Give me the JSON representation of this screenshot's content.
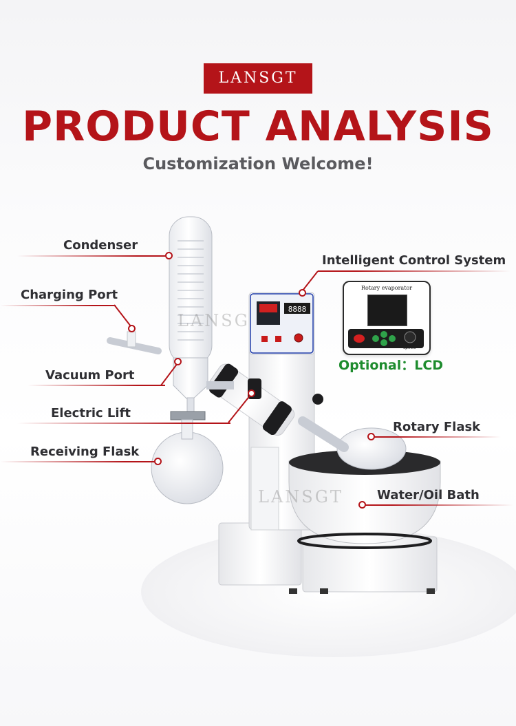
{
  "brand": "LANSGT",
  "headline": "PRODUCT ANALYSIS",
  "subheadline": "Customization Welcome!",
  "callouts": {
    "condenser": "Condenser",
    "charging_port": "Charging Port",
    "vacuum_port": "Vacuum Port",
    "electric_lift": "Electric Lift",
    "receiving_flask": "Receiving Flask",
    "intelligent_control": "Intelligent Control System",
    "rotary_flask": "Rotary Flask",
    "water_oil_bath": "Water/Oil Bath"
  },
  "optional_label": "Optional：LCD",
  "lcd": {
    "title": "Rotary evaporator",
    "speed_label": "speed"
  },
  "controller_display": "8888",
  "watermarks": [
    "LANSG",
    "LANSGT"
  ],
  "colors": {
    "accent": "#b41419",
    "optional_text": "#1e8c2e",
    "subheadline": "#5a5a5e"
  }
}
